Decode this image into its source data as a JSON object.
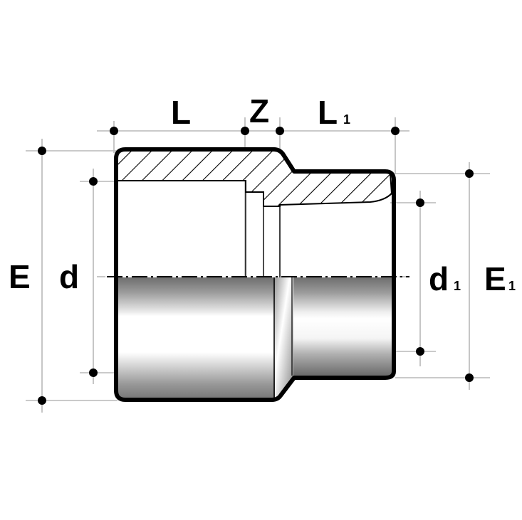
{
  "diagram": {
    "type": "technical-drawing",
    "subject": "reducing socket pipe fitting (cross-section and exterior view)",
    "colors": {
      "outline": "#000000",
      "dimension_line": "#b0b0b0",
      "background": "#ffffff",
      "shade_dark": "#7a7a7a",
      "shade_light": "#ffffff"
    },
    "labels": {
      "L": {
        "main": "L",
        "sub": ""
      },
      "Z": {
        "main": "Z",
        "sub": ""
      },
      "L1": {
        "main": "L",
        "sub": "1"
      },
      "E": {
        "main": "E",
        "sub": ""
      },
      "d": {
        "main": "d",
        "sub": ""
      },
      "d1": {
        "main": "d",
        "sub": "1"
      },
      "E1": {
        "main": "E",
        "sub": "1"
      }
    }
  }
}
